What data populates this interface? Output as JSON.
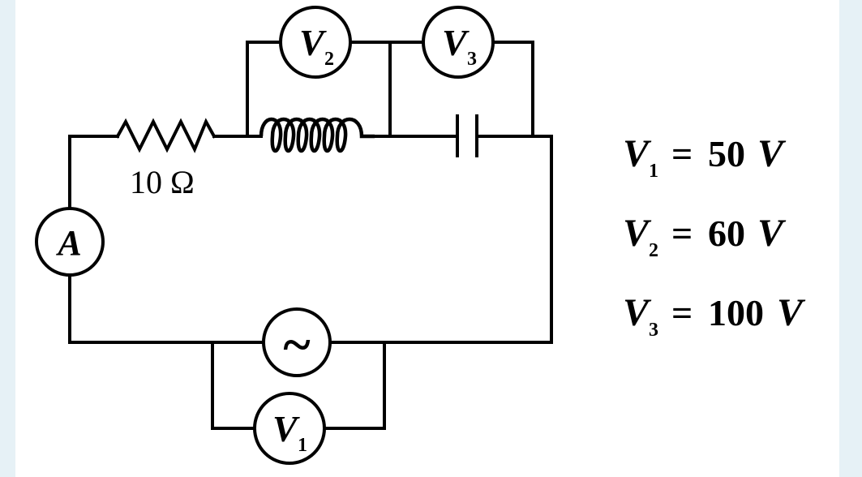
{
  "circuit": {
    "resistor_label": "10 Ω",
    "ammeter_label": "A",
    "source_symbol": "~",
    "meters": {
      "v1": {
        "letter": "V",
        "sub": "1"
      },
      "v2": {
        "letter": "V",
        "sub": "2"
      },
      "v3": {
        "letter": "V",
        "sub": "3"
      }
    }
  },
  "readings": [
    {
      "letter": "V",
      "sub": "1",
      "equals": "=",
      "value": "50",
      "unit": "V"
    },
    {
      "letter": "V",
      "sub": "2",
      "equals": "=",
      "value": "60",
      "unit": "V"
    },
    {
      "letter": "V",
      "sub": "3",
      "equals": "=",
      "value": "100",
      "unit": "V"
    }
  ]
}
